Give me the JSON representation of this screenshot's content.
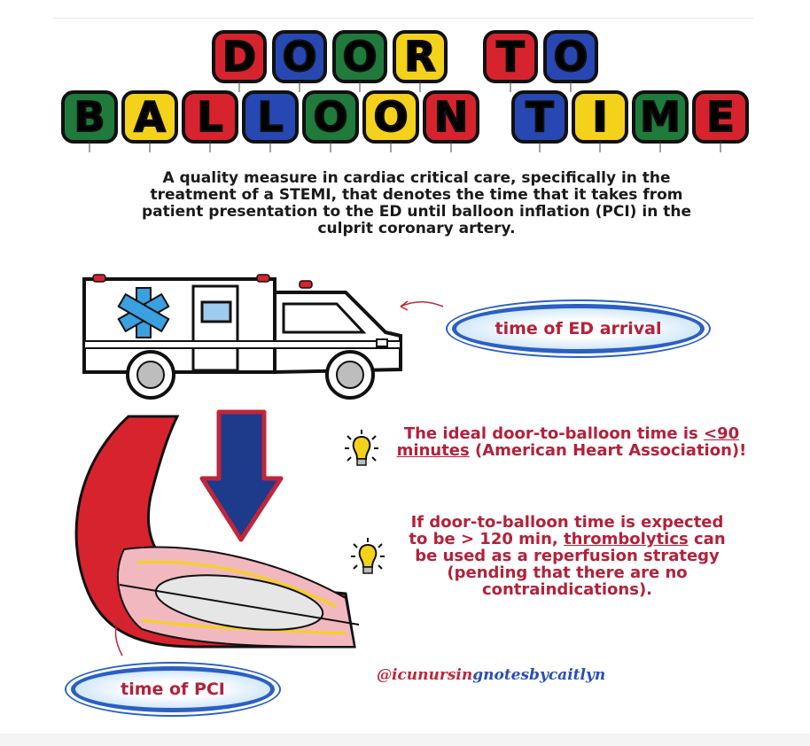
{
  "title": {
    "line1": [
      "D",
      "O",
      "O",
      "R",
      "",
      "T",
      "O"
    ],
    "line2": [
      "B",
      "A",
      "L",
      "L",
      "O",
      "O",
      "N",
      "",
      "T",
      "I",
      "M",
      "E"
    ]
  },
  "intro": "A quality measure in cardiac critical care, specifically in the treatment of a STEMI, that denotes the time that it takes from patient presentation to the ED until balloon inflation (PCI) in the culprit coronary artery.",
  "labels": {
    "ed_arrival": "time of ED arrival",
    "pci": "time of PCI"
  },
  "notes": {
    "ideal_prefix": "The ideal door-to-balloon time is ",
    "ideal_value": "<90 minutes",
    "ideal_suffix": " (American Heart Association)!",
    "delay_prefix": "If door-to-balloon time is expected to be > 120 min, ",
    "delay_term": "thrombolytics",
    "delay_suffix": " can be used as a reperfusion strategy (pending that there are no contraindications)."
  },
  "handle": {
    "part1": "@icunursin",
    "part2": "gnotesbycaitlyn"
  },
  "colors": {
    "red": "#d7232d",
    "blue": "#2747b3",
    "green": "#1f7a3b",
    "yellow": "#f4d21c",
    "text_red": "#b3213a"
  }
}
